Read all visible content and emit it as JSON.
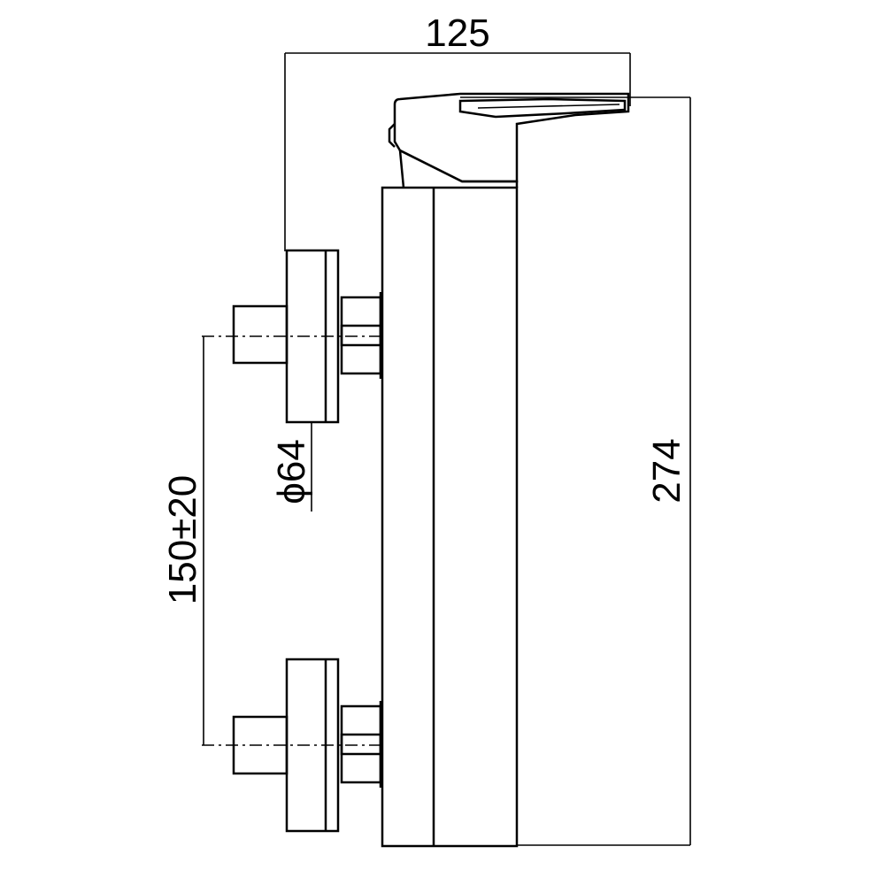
{
  "dimensions": {
    "projection": "125",
    "height": "274",
    "inlet_centers": "150±20",
    "flange_diameter": "ϕ64"
  }
}
